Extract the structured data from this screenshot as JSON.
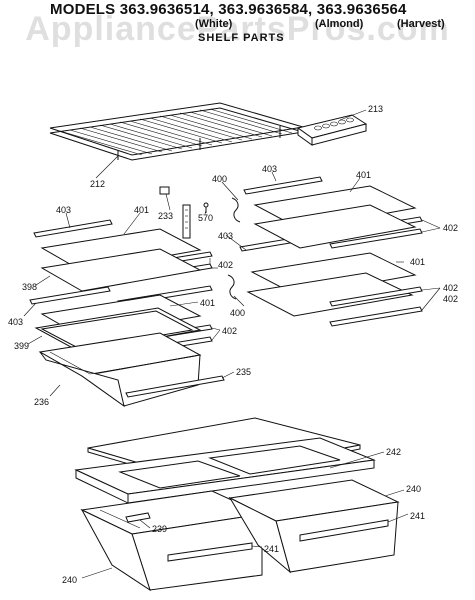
{
  "header": {
    "models_line": "MODELS 363.9636514, 363.9636584, 363.9636564",
    "color_white": "(White)",
    "color_almond": "(Almond)",
    "color_harvest": "(Harvest)",
    "subtitle": "SHELF PARTS",
    "watermark": "AppliancePartsPros.com"
  },
  "callouts": {
    "p213": "213",
    "p212": "212",
    "p403a": "403",
    "p401a": "401",
    "p400a": "400",
    "p233": "233",
    "p570": "570",
    "p403b": "403",
    "p401b": "401",
    "p402a": "402",
    "p403c": "403",
    "p402b": "402",
    "p401c": "401",
    "p398": "398",
    "p403d": "403",
    "p402c": "402",
    "p401d": "401",
    "p400b": "400",
    "p402d": "402",
    "p399": "399",
    "p402e": "402",
    "p235": "235",
    "p236": "236",
    "p242": "242",
    "p240a": "240",
    "p241a": "241",
    "p239": "239",
    "p241b": "241",
    "p240b": "240"
  }
}
